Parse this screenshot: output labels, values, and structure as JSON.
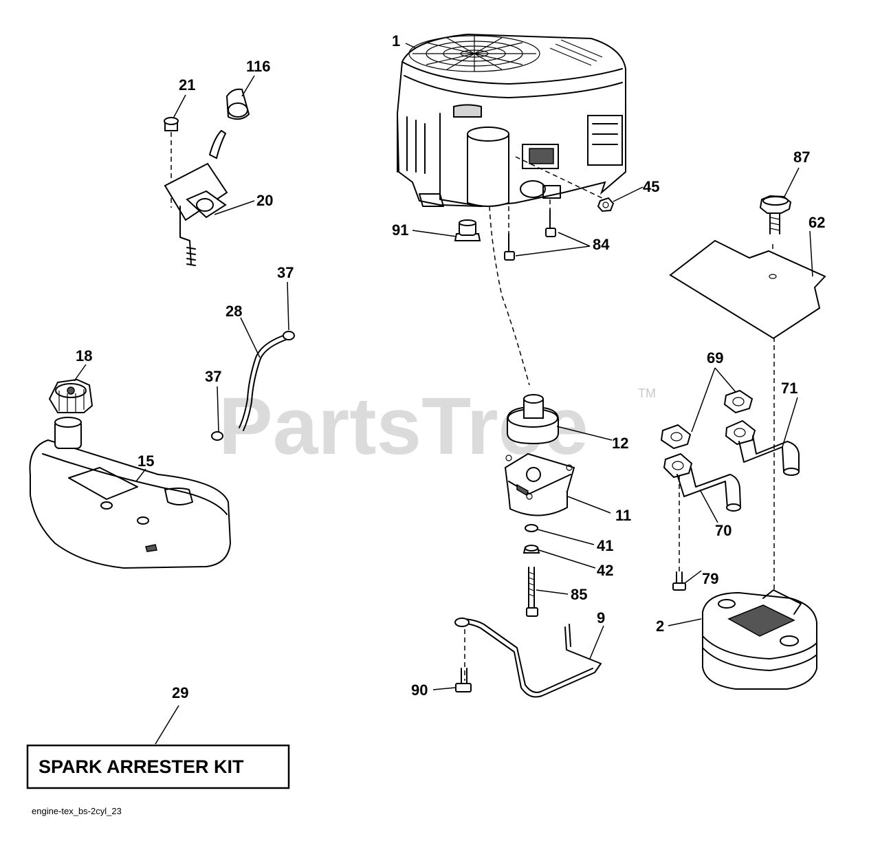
{
  "watermark": {
    "text": "PartsTree",
    "tm": "TM"
  },
  "callouts": {
    "c1": "1",
    "c116": "116",
    "c21": "21",
    "c20": "20",
    "c45": "45",
    "c91": "91",
    "c84": "84",
    "c87": "87",
    "c62": "62",
    "c37a": "37",
    "c28": "28",
    "c37b": "37",
    "c18": "18",
    "c15": "15",
    "c69": "69",
    "c71": "71",
    "c12": "12",
    "c11": "11",
    "c70": "70",
    "c41": "41",
    "c42": "42",
    "c79": "79",
    "c85": "85",
    "c9": "9",
    "c2": "2",
    "c90": "90",
    "c29": "29"
  },
  "kit_label": "SPARK ARRESTER KIT",
  "drawing_code": "engine-tex_bs-2cyl_23",
  "icons": [
    "engine-icon",
    "fuel-tank-icon",
    "muffler-icon",
    "clutch-icon",
    "pulley-icon"
  ]
}
